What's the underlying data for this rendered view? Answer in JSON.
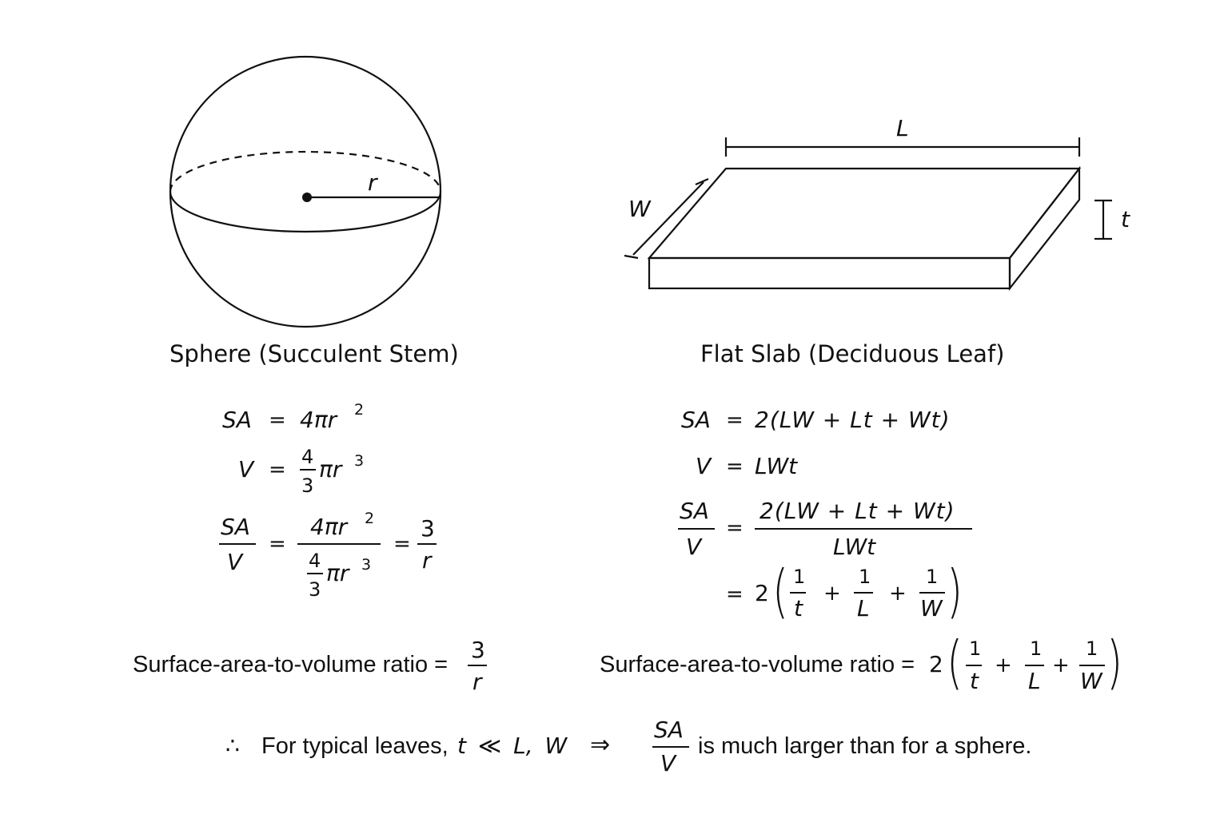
{
  "sphere": {
    "caption": "Sphere (Succulent Stem)",
    "radius_label": "r",
    "sa_lhs": "SA",
    "eq": "=",
    "sa_rhs": "4πr",
    "two": "2",
    "three": "3",
    "v_lhs": "V",
    "frac_43_num": "4",
    "frac_43_den": "3",
    "pi_r": "πr",
    "ratio_num": "SA",
    "ratio_den": "V",
    "four_pi_r": "4πr",
    "result_num": "3",
    "result_den": "r"
  },
  "slab": {
    "caption": "Flat Slab (Deciduous Leaf)",
    "length_label": "L",
    "width_label": "W",
    "thickness_label": "t",
    "sa_lhs": "SA",
    "eq": "=",
    "sa_rhs": "2(LW + Lt + Wt)",
    "v_lhs": "V",
    "v_rhs": "LWt",
    "ratio_num": "SA",
    "ratio_den": "V",
    "frac_num": "2(LW + Lt + Wt)",
    "frac_den": "LWt",
    "two": "2",
    "one": "1",
    "plus": "+",
    "t": "t",
    "L": "L",
    "W": "W"
  },
  "summary": {
    "sphere_label": "Surface-area-to-volume ratio =",
    "sphere_num": "3",
    "sphere_den": "r",
    "slab_label": "Surface-area-to-volume ratio =",
    "slab_two": "2",
    "one": "1",
    "plus": "+",
    "t": "t",
    "L": "L",
    "W": "W"
  },
  "conclusion": {
    "therefore": "∴",
    "text1": "For typical leaves,",
    "condition": "t ≪ L, W",
    "implies": "⇒",
    "frac_num": "SA",
    "frac_den": "V",
    "text2": "is much larger than for a sphere."
  }
}
